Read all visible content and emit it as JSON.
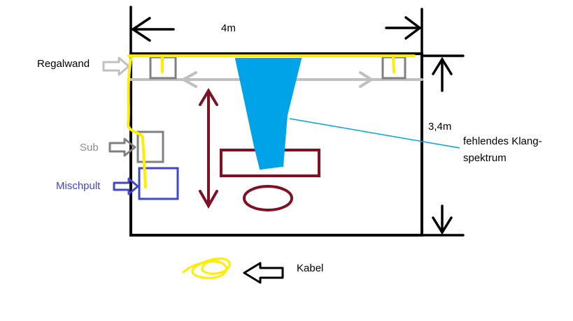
{
  "labels": {
    "width": "4m",
    "depth": "3,4m",
    "regalwand": "Regalwand",
    "sub": "Sub",
    "mischpult": "Mischpult",
    "missing_spectrum_line1": "fehlendes Klang-",
    "missing_spectrum_line2": "spektrum",
    "cable": "Kabel"
  },
  "colors": {
    "outline": "#000000",
    "cable": "#ffee00",
    "regalwand_arrow": "#c0c0c0",
    "sub": "#808080",
    "mischpult": "#3f48cc",
    "listening_position": "#7f1124",
    "spectrum": "#00a2e8"
  }
}
